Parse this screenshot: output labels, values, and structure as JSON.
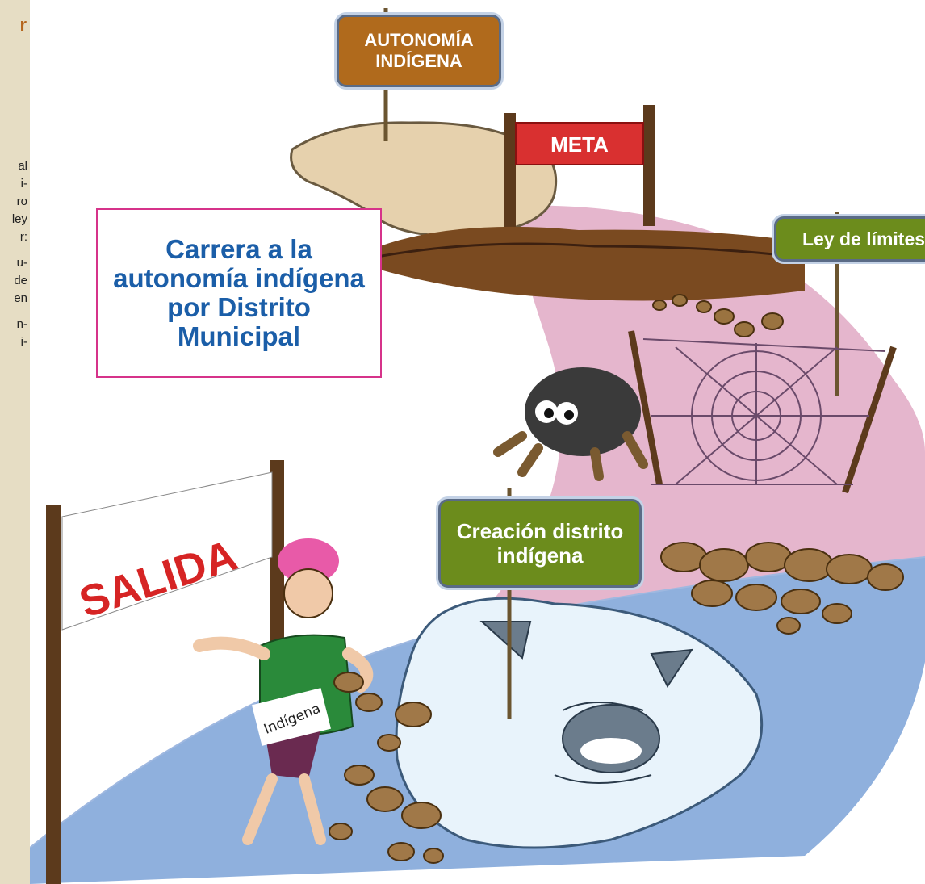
{
  "side_panel": {
    "heading": "r",
    "lines": [
      "al",
      "i-",
      "ro",
      "ley",
      "r:",
      "u-",
      "de",
      "en",
      "n-",
      "i-"
    ]
  },
  "title": {
    "lines": [
      "Carrera a la",
      "autonomía indígena",
      "por Distrito",
      "Municipal"
    ]
  },
  "signs": {
    "autonomia": [
      "AUTONOMÍA",
      "INDÍGENA"
    ],
    "ley": "Ley de límites",
    "creacion": [
      "Creación distrito",
      "indígena"
    ]
  },
  "banners": {
    "meta": "META",
    "salida": "SALIDA"
  },
  "runner_tag": "Indígena",
  "colors": {
    "title_text": "#1b5ea8",
    "title_border": "#d6338a",
    "sign_brown": "#b06a1c",
    "sign_green": "#6c8c1c",
    "path_pink": "#e5b6cd",
    "path_blue": "#8fb0dd",
    "island": "#e6d1ad"
  }
}
